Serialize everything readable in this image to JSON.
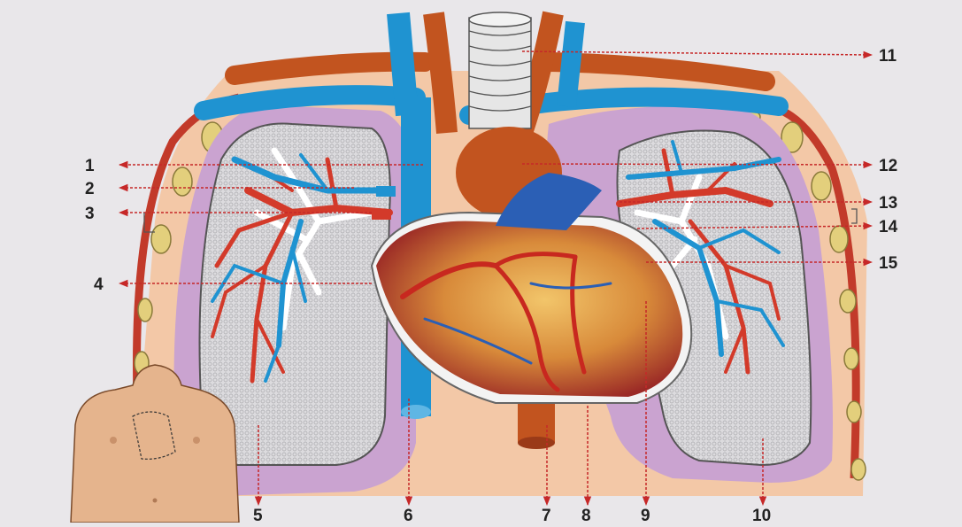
{
  "labels": {
    "l1": "1",
    "l2": "2",
    "l3": "3",
    "l4": "4",
    "l5": "5",
    "l6": "6",
    "l7": "7",
    "l8": "8",
    "l9": "9",
    "l10": "10",
    "l11": "11",
    "l12": "12",
    "l13": "13",
    "l14": "14",
    "l15": "15"
  },
  "colors": {
    "page": "#e9e7ea",
    "thorax": "#f2c7a6",
    "pleura": "#c9a2cf",
    "lung_fill": "#dad9dc",
    "vein_blue": "#1f93d1",
    "artery_red": "#d33a2a",
    "aorta_brown": "#c2541f",
    "heart_red": "#a8322c",
    "heart_yellow": "#e8b040",
    "skin": "#e5b48d",
    "rib_yellow": "#e0cc7c"
  },
  "icons": {
    "body_silhouette": "human-torso-icon"
  }
}
